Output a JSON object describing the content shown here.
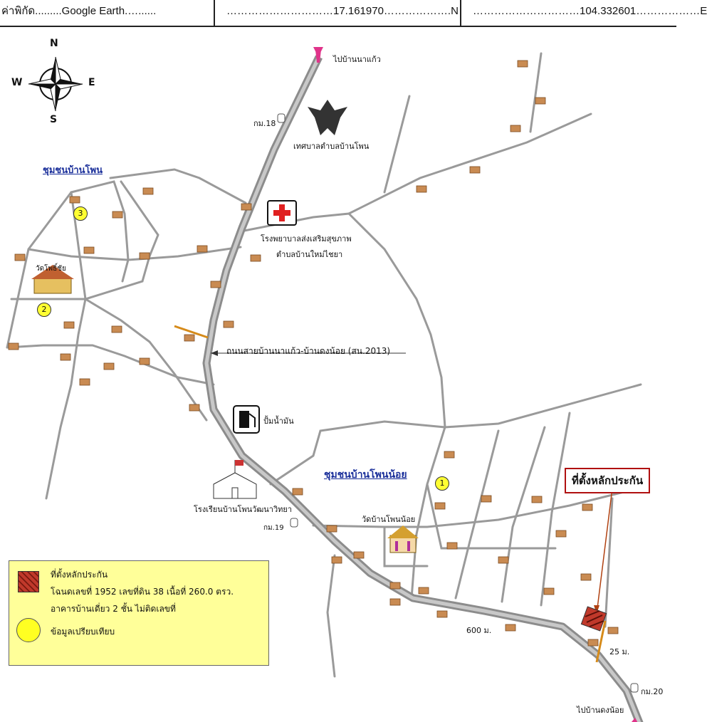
{
  "header": {
    "coord_label": "ค่าพิกัด.........Google Earth.…......",
    "lat": "…………………………17.161970……………….N",
    "lon": "…………………………104.332601………………E"
  },
  "compass": {
    "n": "N",
    "s": "S",
    "e": "E",
    "w": "W"
  },
  "labels": {
    "to_nakaew": "ไปบ้านนาแก้ว",
    "km18": "กม.18",
    "municipality": "เทศบาลตำบลบ้านโพน",
    "community_phon": "ชุมชนบ้านโพน",
    "hospital_1": "โรงพยาบาลส่งเสริมสุขภาพ",
    "hospital_2": "ตำบลบ้านใหม่ไชยา",
    "wat_phochai": "วัดโพธิ์ชัย",
    "road": "ถนนสายบ้านนาแก้ว-บ้านดงน้อย (สน.2013)",
    "gas": "ปั้มน้ำมัน",
    "community_phonnoi": "ชุมชนบ้านโพนน้อย",
    "school": "โรงเรียนบ้านโพนวัฒนาวิทยา",
    "km19": "กม.19",
    "wat_phonnoi": "วัดบ้านโพนน้อย",
    "dist600": "600 ม.",
    "dist25": "25 ม.",
    "km20": "กม.20",
    "to_dongnoi": "ไปบ้านดงน้อย",
    "callout": "ที่ตั้งหลักประกัน"
  },
  "markers": [
    "1",
    "2",
    "3"
  ],
  "legend": {
    "l1": "ที่ตั้งหลักประกัน",
    "l2": "โฉนดเลขที่ 1952 เลขที่ดิน 38 เนื้อที่ 260.0 ตรว.",
    "l3": "อาคารบ้านเดี่ยว 2 ชั้น  ไม่ติดเลขที่",
    "l4": "ข้อมูลเปรียบเทียบ"
  },
  "colors": {
    "road": "#9a9a9a",
    "house": "#c98b52",
    "marker": "#ffff33",
    "legend_bg": "#ffff99",
    "accent": "#b01010"
  }
}
